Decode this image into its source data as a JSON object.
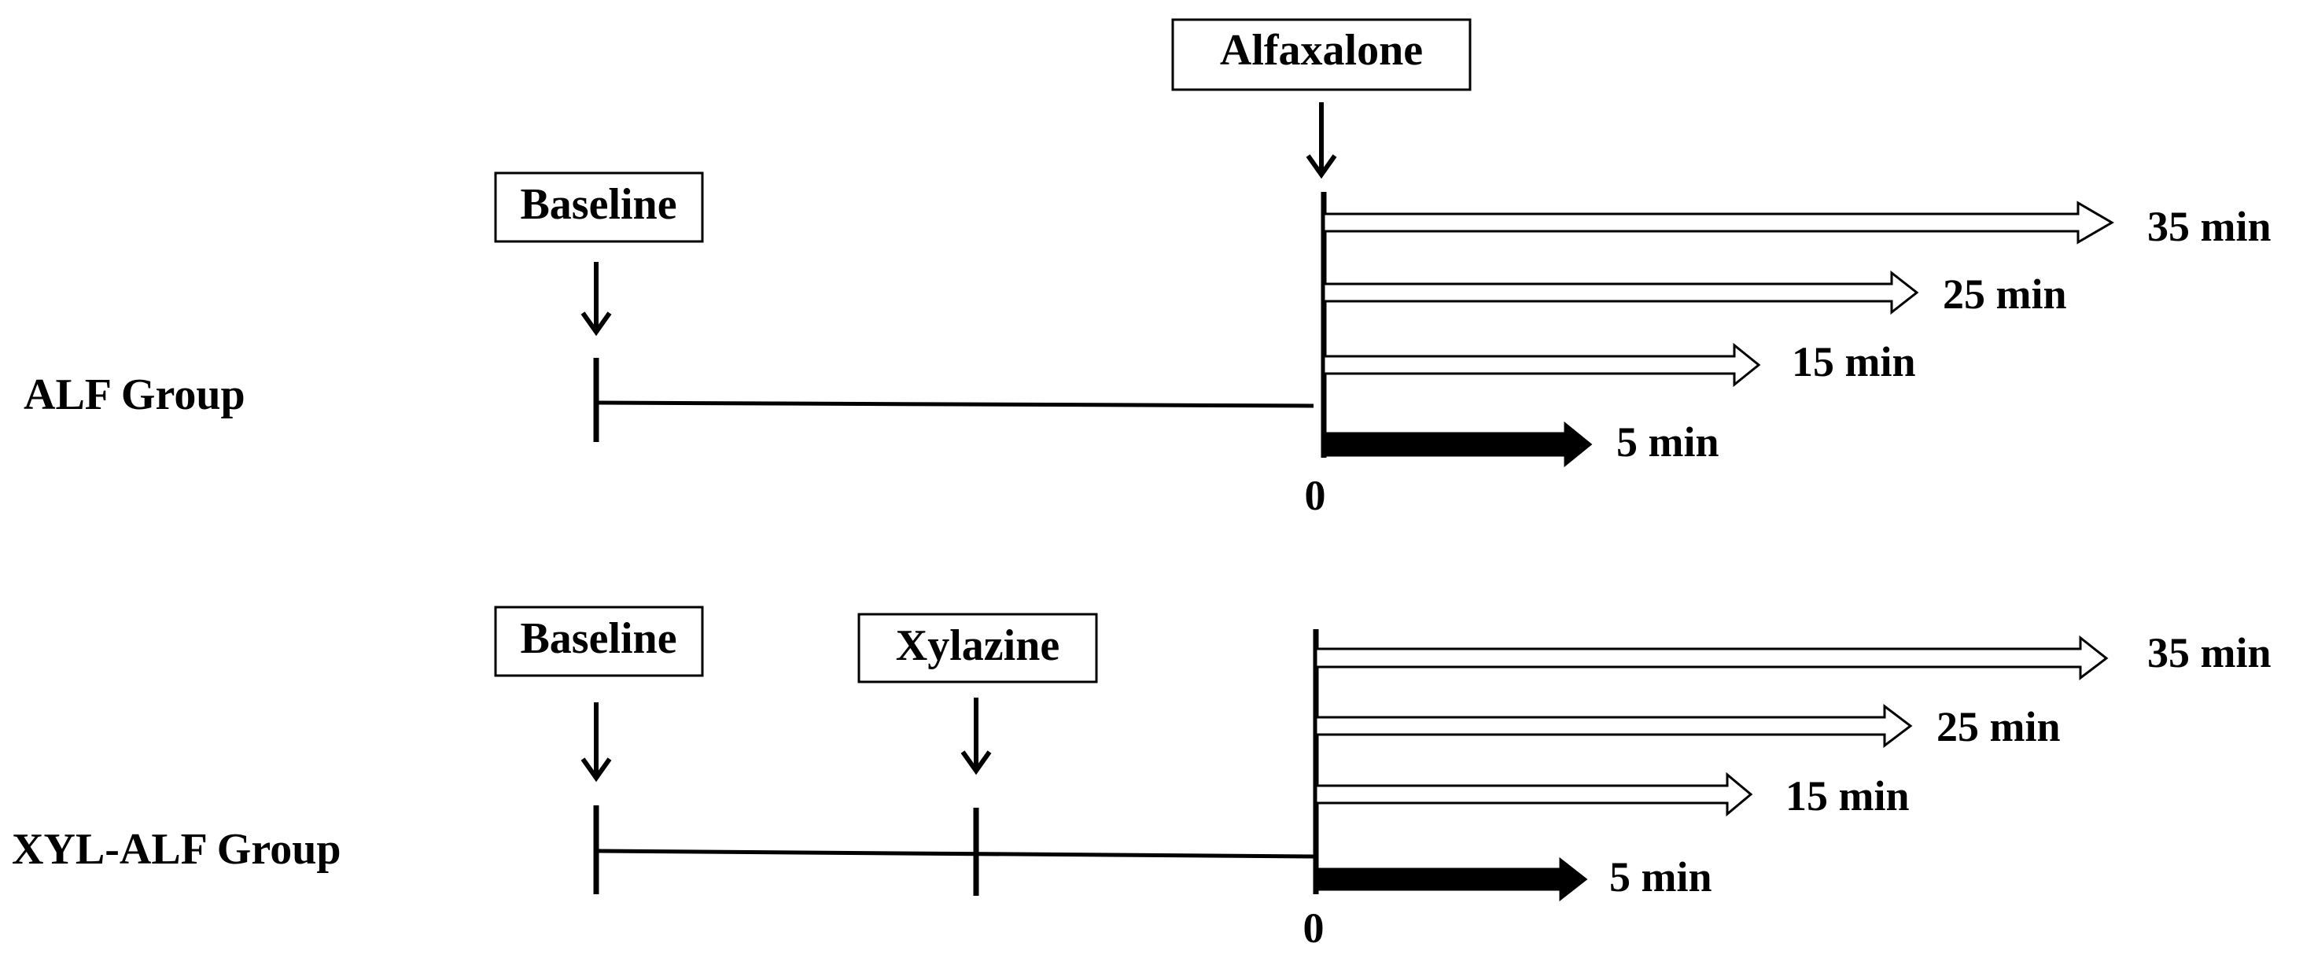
{
  "alf_group": {
    "label": "ALF Group",
    "boxes": {
      "baseline": "Baseline",
      "drug": "Alfaxalone"
    },
    "zero": "0",
    "arrows": [
      "35 min",
      "25 min",
      "15 min",
      "5 min"
    ]
  },
  "xyl_group": {
    "label": "XYL-ALF Group",
    "boxes": {
      "baseline": "Baseline",
      "drug": "Xylazine"
    },
    "zero": "0",
    "arrows": [
      "35 min",
      "25 min",
      "15 min",
      "5 min"
    ]
  },
  "colors": {
    "ink": "#000000",
    "hollow_arrow_fill": "#ffffff",
    "solid_arrow_fill": "#000000"
  }
}
